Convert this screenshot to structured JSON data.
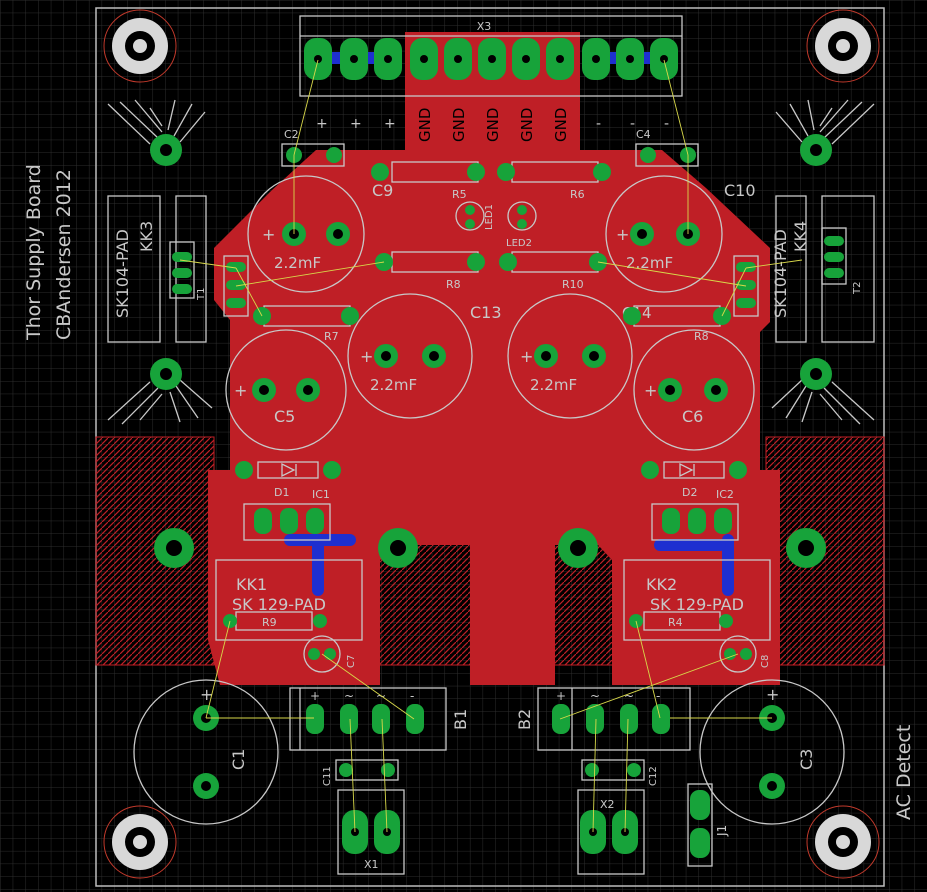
{
  "board": {
    "title": "Thor Supply Board",
    "author": "CBAndersen 2012",
    "ac_detect": "AC Detect"
  },
  "connector_top": {
    "name": "X3",
    "gnd_labels": [
      "GND",
      "GND",
      "GND",
      "GND",
      "GND"
    ],
    "plus_marks": [
      "+",
      "+",
      "+"
    ],
    "minus_marks": [
      "-",
      "-",
      "-"
    ]
  },
  "heatsinks": {
    "kk3": {
      "name": "KK3",
      "type": "SK104-PAD"
    },
    "kk4": {
      "name": "KK4",
      "type": "SK104-PAD"
    },
    "kk1": {
      "name": "KK1",
      "type": "SK 129-PAD"
    },
    "kk2": {
      "name": "KK2",
      "type": "SK 129-PAD"
    }
  },
  "caps_big": [
    {
      "name": "C9",
      "value": "2.2mF"
    },
    {
      "name": "C10",
      "value": "2.2mF"
    },
    {
      "name": "C13",
      "value": "2.2mF"
    },
    {
      "name": "C14",
      "value": "2.2mF"
    },
    {
      "name": "C5",
      "value": ""
    },
    {
      "name": "C6",
      "value": ""
    }
  ],
  "caps_small": [
    "C2",
    "C4",
    "C7",
    "C8",
    "C11",
    "C12"
  ],
  "caps_bottom": [
    "C1",
    "C3"
  ],
  "resistors": [
    "R5",
    "R6",
    "R7",
    "R8",
    "R9",
    "R10",
    "R4",
    "R8"
  ],
  "leds": [
    "LED1",
    "LED2"
  ],
  "transistors": [
    "T1",
    "T2"
  ],
  "diodes": [
    "D1",
    "D2"
  ],
  "ics": [
    "IC1",
    "IC2"
  ],
  "bridges": {
    "b1": "B1",
    "b2": "B2",
    "pins": [
      "+",
      "~",
      "~",
      "-"
    ]
  },
  "connectors": {
    "x1": "X1",
    "x2": "X2",
    "j1": "J1"
  },
  "colors": {
    "background": "#000000",
    "grid": "#2e2e2e",
    "copper_top": "#bf1f26",
    "copper_bottom": "#1e2fd0",
    "pad": "#17a33a",
    "silkscreen": "#c8c8c8",
    "airwire": "#d8d84a"
  }
}
